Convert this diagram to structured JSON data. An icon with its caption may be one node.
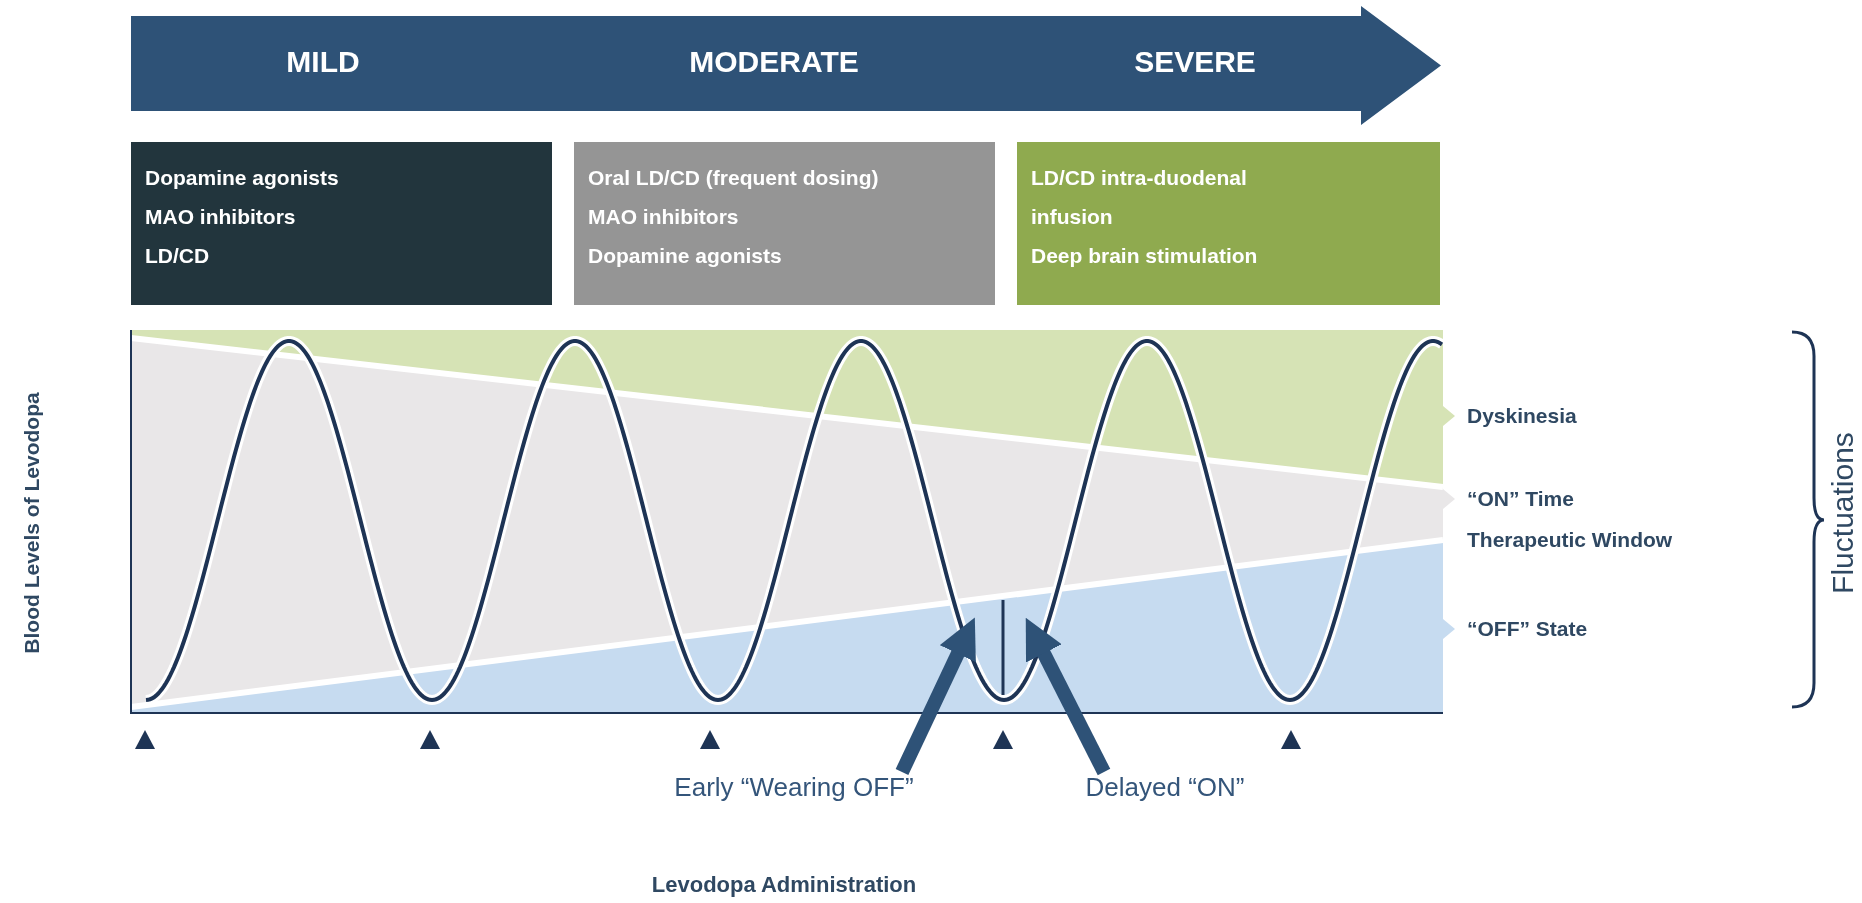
{
  "diagram": {
    "nodes": [
      {
        "text": [
          "MILD",
          "MODERATE",
          "SEVERE"
        ]
      },
      {
        "text": [
          "Dopamine agonists",
          "MAO inhibitors",
          "LD/CD"
        ]
      },
      {
        "text": [
          "Oral LD/CD (frequent dosing)",
          "MAO inhibitors",
          "Dopamine agonists"
        ]
      },
      {
        "text": [
          "LD/CD intra-duodenal infusion",
          "Deep brain stimulation"
        ]
      },
      {
        "text": [
          "Early “Wearing OFF”"
        ]
      },
      {
        "text": [
          "Delayed “ON”"
        ]
      }
    ],
    "edges": [
      {
        "from": 4,
        "to": null,
        "arrow": "to"
      },
      {
        "from": 5,
        "to": null,
        "arrow": "to"
      }
    ],
    "labels": [
      "Blood Levels of Levodopa",
      "Dyskinesia",
      "“ON” Time",
      "Therapeutic Window",
      "“OFF” State",
      "Fluctuations",
      "Levodopa Administration"
    ]
  }
}
